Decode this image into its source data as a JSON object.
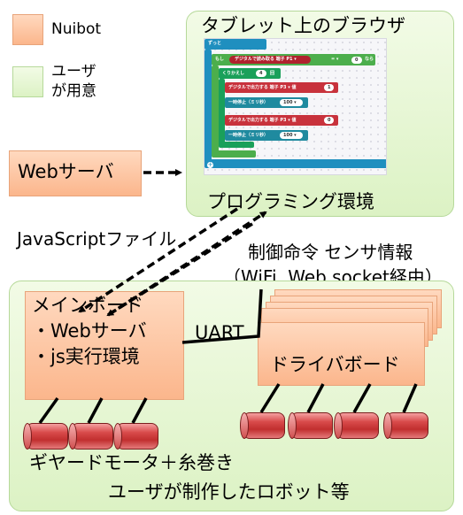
{
  "legend": {
    "nuibot_label": "Nuibot",
    "user_label_line1": "ユーザ",
    "user_label_line2": "が用意",
    "nuibot_color": "#fbb68c",
    "user_color": "#dcf2c4"
  },
  "tablet": {
    "title": "タブレット上のブラウザ",
    "subtitle": "プログラミング環境",
    "blocks": {
      "forever": "ずっと",
      "if": "もし",
      "digital_read": "デジタルで読み取る 端子 P1 ▾",
      "equals": "= ▾",
      "zero": "0",
      "then": "なら",
      "repeat": "くりかえし",
      "repeat_count": "4",
      "times": "回",
      "digital_write_1": "デジタルで出力する 端子 P3 ▾  値",
      "value_1": "1",
      "pause_1": "一時停止（ミリ秒）",
      "pause_1_val": "100 ▾",
      "digital_write_2": "デジタルで出力する 端子 P3 ▾  値",
      "value_2": "0",
      "pause_2": "一時停止（ミリ秒）",
      "pause_2_val": "100 ▾",
      "add": "+"
    }
  },
  "web_server_box": "Webサーバ",
  "arrows": {
    "javascript_file": "JavaScriptファイル",
    "control_sensor": "制御命令 センサ情報",
    "via": "（WiFi, Web socket経由）"
  },
  "robot_area": {
    "main_board_title": "メインボード",
    "main_board_item1": "・Webサーバ",
    "main_board_item2": "・js実行環境",
    "uart_label": "UART",
    "driver_board": "ドライバボード",
    "gear_motor": "ギヤードモータ＋糸巻き",
    "footer": "ユーザが制作したロボット等"
  }
}
